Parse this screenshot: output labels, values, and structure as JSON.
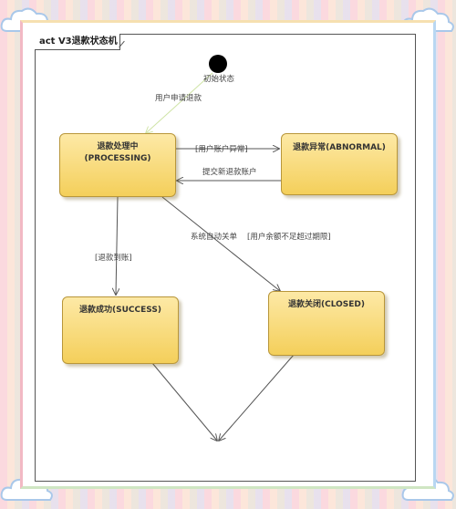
{
  "diagram": {
    "title": "act V3退款状态机",
    "initial_label": "初始状态",
    "states": {
      "processing": [
        "退款处理中",
        "(PROCESSING)"
      ],
      "abnormal": "退款异常(ABNORMAL)",
      "success": "退款成功(SUCCESS)",
      "closed": "退款关闭(CLOSED)"
    },
    "transitions": {
      "apply": "用户申请退款",
      "to_abnormal": "[用户账户异常]",
      "resubmit": "提交新退款账户",
      "auto_close": "系统自动关单",
      "balance_guard": "[用户余额不足超过期限]",
      "refund_arrived": "[退款到账]"
    }
  },
  "colors": {
    "state_fill_top": "#fde9a6",
    "state_fill_bottom": "#f4cf5a",
    "state_border": "#b8963a",
    "initial_node": "#000000",
    "line": "#555555",
    "apply_line": "#cfe4a6"
  }
}
